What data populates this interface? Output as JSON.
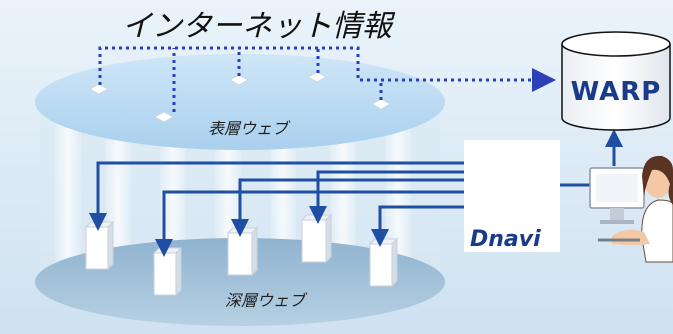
{
  "diagram": {
    "title": "インターネット情報",
    "surface_web_label": "表層ウェブ",
    "deep_web_label": "深層ウェブ",
    "warp_label": "WARP",
    "dnavi_logo_text": "Dnavi",
    "colors": {
      "background": "#dceaf5",
      "arrow": "#1f4ea3",
      "dots": "#2a3fb8",
      "warp_text": "#1a3a8a"
    },
    "icons": [
      "database-icon",
      "dnavi-logo",
      "computer-monitor-icon",
      "user-person-icon",
      "document-node-icon",
      "server-block-icon"
    ]
  }
}
